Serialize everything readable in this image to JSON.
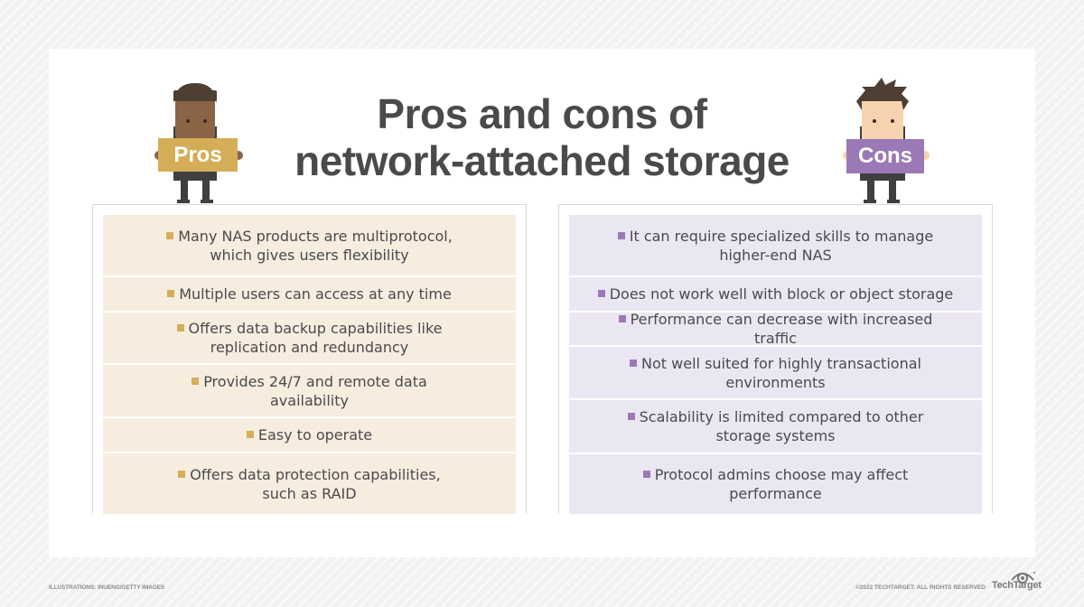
{
  "title": {
    "line1": "Pros and cons of",
    "line2": "network-attached storage"
  },
  "pros": {
    "sign_label": "Pros",
    "accent_color": "#d4ae57",
    "background_color": "#f6eddf",
    "items": [
      {
        "line1": "Many NAS products are multiprotocol,",
        "line2": "which gives users flexibility"
      },
      {
        "line1": "Multiple users can access at any time",
        "line2": ""
      },
      {
        "line1": "Offers data backup capabilities like",
        "line2": "replication and redundancy"
      },
      {
        "line1": "Provides 24/7 and remote data",
        "line2": "availability"
      },
      {
        "line1": "Easy to operate",
        "line2": ""
      },
      {
        "line1": "Offers data protection capabilities,",
        "line2": "such as RAID"
      }
    ]
  },
  "cons": {
    "sign_label": "Cons",
    "accent_color": "#9b79b6",
    "background_color": "#ebe7f2",
    "items": [
      {
        "line1": "It can require specialized skills to manage",
        "line2": "higher-end NAS"
      },
      {
        "line1": "Does not work well with block or object storage",
        "line2": ""
      },
      {
        "line1": "Performance can decrease with increased traffic",
        "line2": ""
      },
      {
        "line1": "Not well suited for highly transactional",
        "line2": "environments"
      },
      {
        "line1": "Scalability is limited compared to other",
        "line2": "storage systems"
      },
      {
        "line1": "Protocol admins choose may affect",
        "line2": "performance"
      }
    ]
  },
  "footer": {
    "credit": "ILLUSTRATIONS: INUENG/GETTY IMAGES",
    "copyright": "©2022 TECHTARGET. ALL RIGHTS RESERVED",
    "logo_text": "TechTarget",
    "logo_icon": "eye-icon"
  }
}
